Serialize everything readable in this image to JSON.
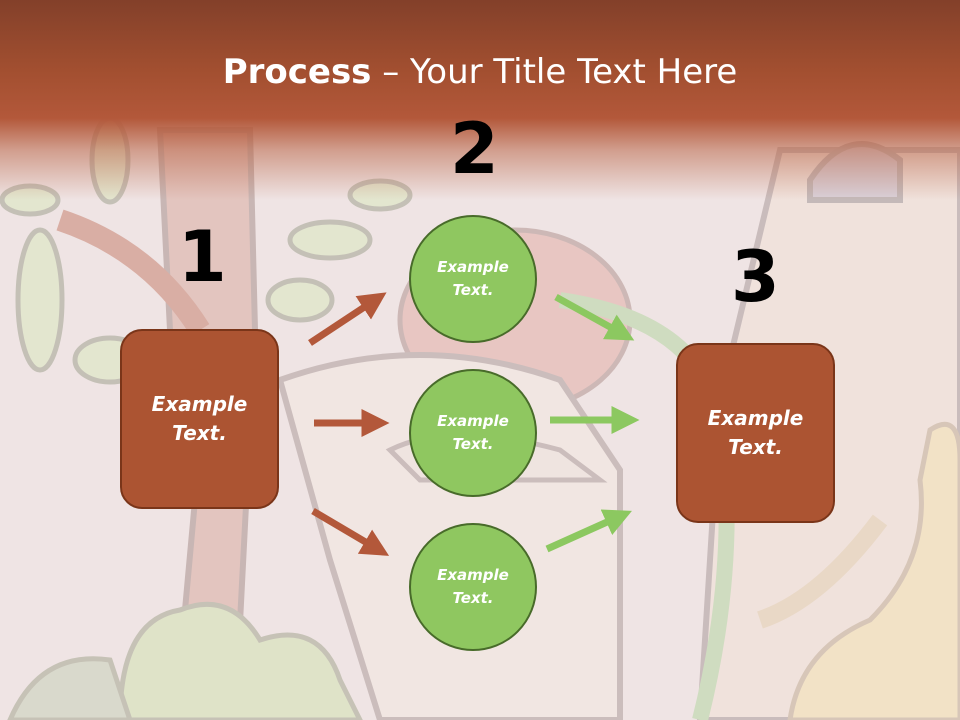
{
  "slide": {
    "title_bold": "Process",
    "title_rest": " – Your Title Text Here"
  },
  "steps": {
    "step1": {
      "number": "1",
      "label": "Example\nText."
    },
    "step2": {
      "number": "2",
      "circles": [
        {
          "label": "Example\nText."
        },
        {
          "label": "Example\nText."
        },
        {
          "label": "Example\nText."
        }
      ]
    },
    "step3": {
      "number": "3",
      "label": "Example\nText."
    }
  },
  "colors": {
    "header": "#a24f30",
    "box_fill": "#ac5432",
    "circle_fill": "#8fc760",
    "arrow_brown": "#b3583a",
    "arrow_green": "#8cc860"
  }
}
